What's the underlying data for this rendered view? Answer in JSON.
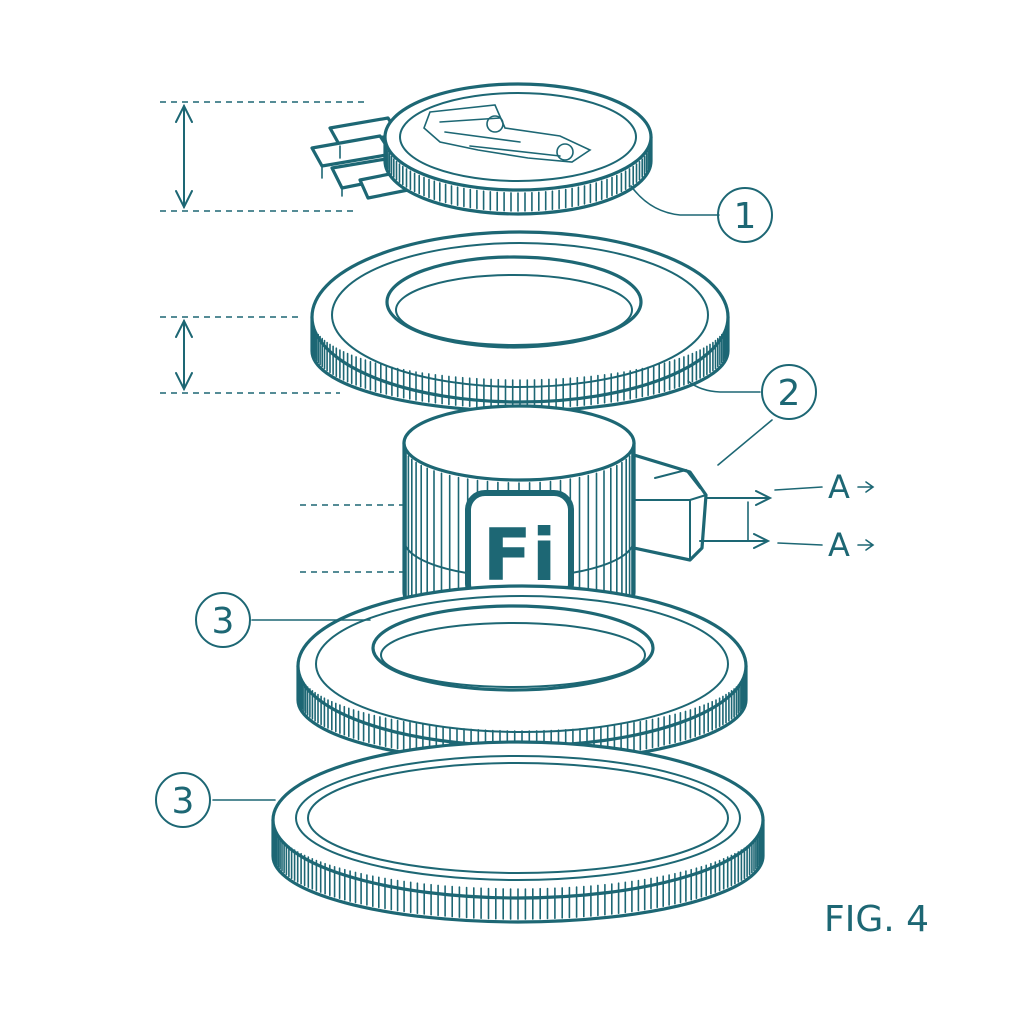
{
  "colors": {
    "ink": "#1d6774",
    "background": "#ffffff"
  },
  "callouts": [
    "1",
    "2",
    "3",
    "3"
  ],
  "section_labels": [
    "A",
    "A"
  ],
  "badge_text": "Fi",
  "figure_label": "FIG. 4",
  "icons": [
    "section-arrow-icon",
    "logo-badge-icon"
  ]
}
